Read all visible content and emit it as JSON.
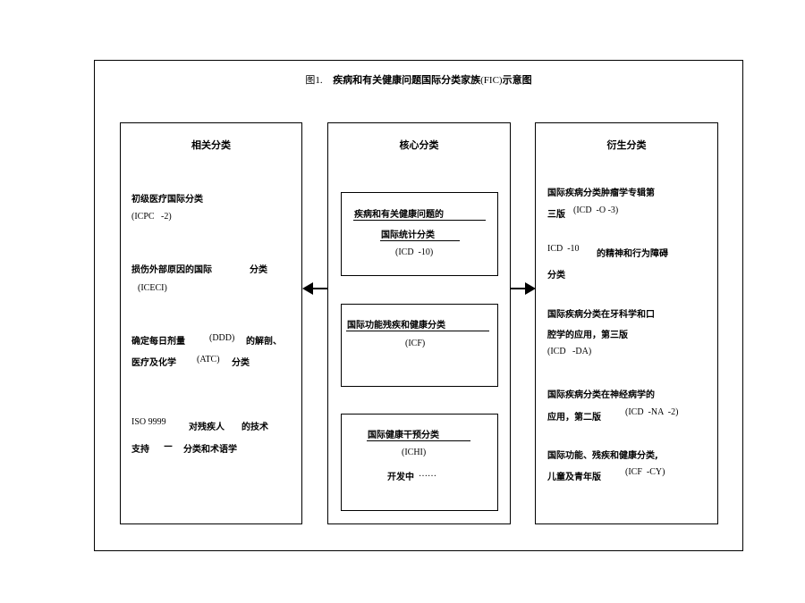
{
  "title": {
    "prefix": "图1.",
    "main": "疾病和有关健康问题国际分类家族",
    "paren": "(FIC)",
    "suffix": "示意图"
  },
  "left": {
    "heading": "相关分类",
    "items": [
      {
        "l1": "初级医疗国际分类",
        "l2": "(ICPC   -2)"
      },
      {
        "l1a": "损伤外部原因的国际",
        "l1b": "分类",
        "l2": "(ICECI)"
      },
      {
        "l1a": "确定每日剂量",
        "l1s": "(DDD)",
        "l1b": "的解剖、",
        "l2a": "医疗及化学",
        "l2s": "(ATC)",
        "l2b": "分类"
      },
      {
        "l1s": "ISO 9999",
        "l1a": "对残疾人",
        "l1b": "的技术",
        "l2a": "支持",
        "l2dash": "—",
        "l2b": "分类和术语学"
      }
    ]
  },
  "middle": {
    "heading": "核心分类",
    "box1": {
      "l1": "疾病和有关健康问题的",
      "l2": "国际统计分类",
      "code": "(ICD  -10)"
    },
    "box2": {
      "l1": "国际功能残疾和健康分类",
      "code": "(ICF)"
    },
    "box3": {
      "l1": "国际健康干预分类",
      "code": "(ICHI)",
      "note": "开发中",
      "ellipsis": "……"
    }
  },
  "right": {
    "heading": "衍生分类",
    "items": [
      {
        "l1": "国际疾病分类肿瘤学专辑第",
        "l2a": "三版",
        "l2s": "(ICD  -O -3)"
      },
      {
        "l1s": "ICD  -10",
        "l1a": "的精神和行为障碍",
        "l2": "分类"
      },
      {
        "l1": "国际疾病分类在牙科学和口",
        "l2": "腔学的应用，第三版",
        "l3s": "(ICD   -DA)"
      },
      {
        "l1": "国际疾病分类在神经病学的",
        "l2a": "应用，第二版",
        "l2s": "(ICD  -NA  -2)"
      },
      {
        "l1": "国际功能、残疾和健康分类,",
        "l2a": "儿童及青年版",
        "l2s": "(ICF  -CY)"
      }
    ]
  }
}
